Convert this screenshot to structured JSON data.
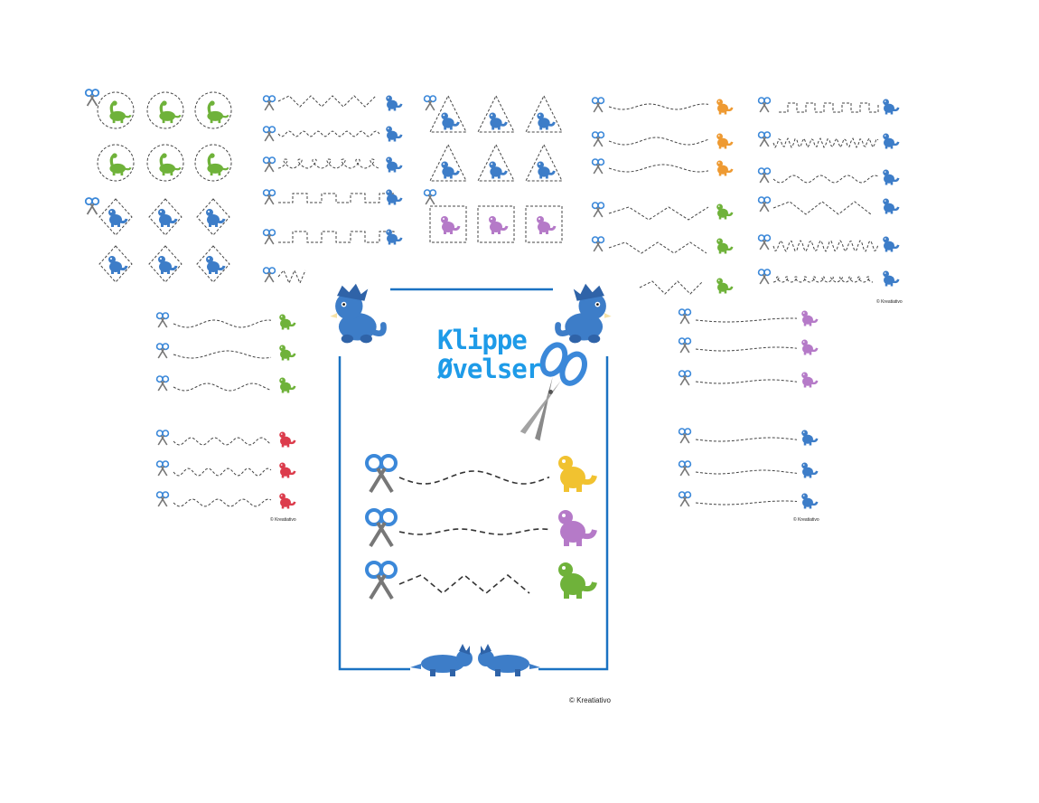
{
  "title": {
    "line1": "Klippe",
    "line2": "Øvelser"
  },
  "copyright": {
    "main": "© Kreatiativo",
    "sheet": "© Kreatiativo"
  },
  "icons": {
    "scissors": "scissors-icon",
    "dinosaur": "dinosaur-icon"
  },
  "colors": {
    "frame_blue": "#1a72c2",
    "title_blue": "#1e9be8",
    "scissor_blue": "#3b88d9",
    "dino_blue": "#3d7dc8",
    "dino_green": "#6fb23a",
    "dino_purple": "#b57ac8",
    "dino_orange": "#ee9a32",
    "dino_yellow": "#f1c230",
    "dino_red": "#dc3c4c",
    "dash": "#444444"
  }
}
